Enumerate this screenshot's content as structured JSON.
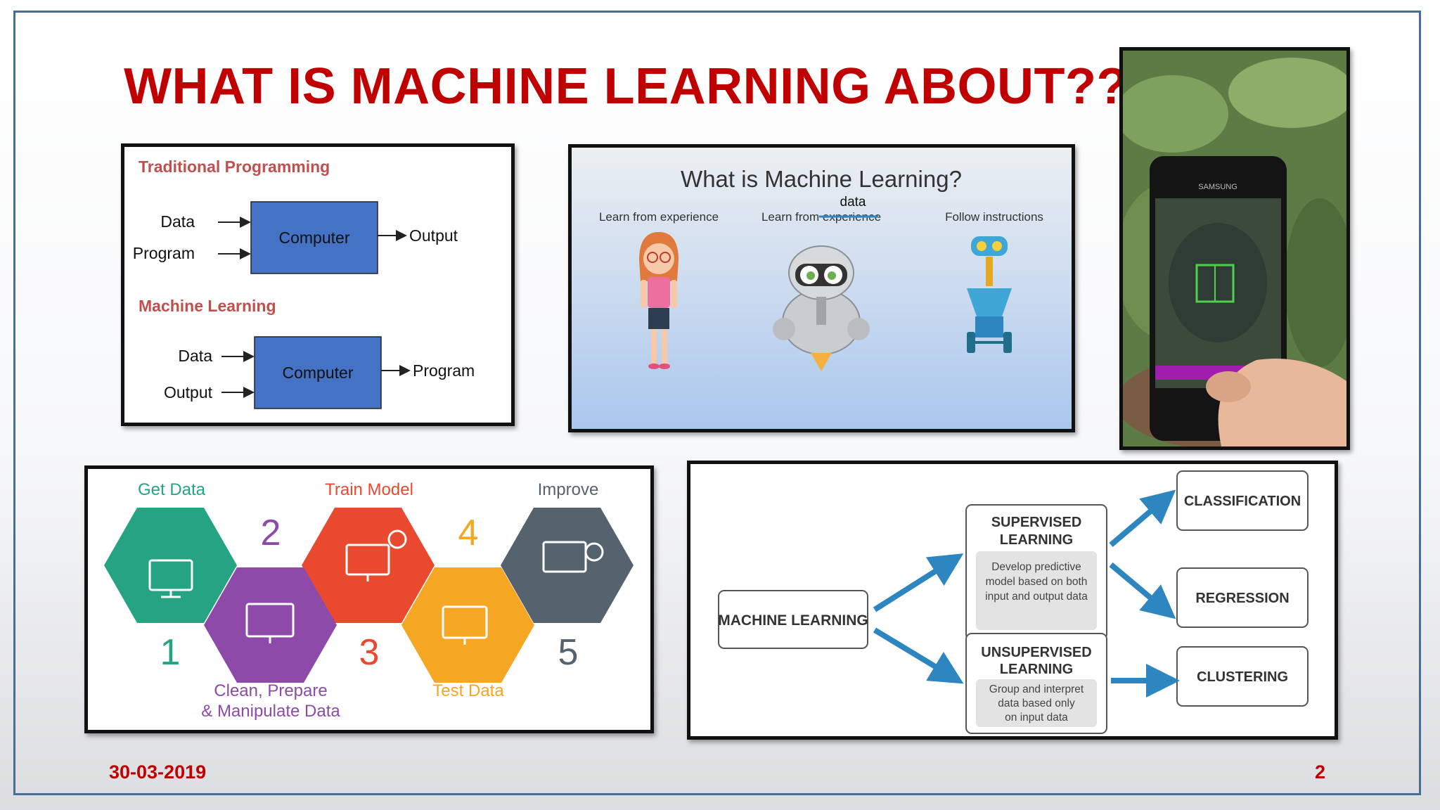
{
  "slide": {
    "title": "WHAT IS MACHINE LEARNING ABOUT??",
    "date": "30-03-2019",
    "page_number": "2"
  },
  "programming_diagram": {
    "traditional_heading": "Traditional Programming",
    "traditional_inputs": [
      "Data",
      "Program"
    ],
    "traditional_box": "Computer",
    "traditional_output": "Output",
    "ml_heading": "Machine Learning",
    "ml_inputs": [
      "Data",
      "Output"
    ],
    "ml_box": "Computer",
    "ml_output": "Program"
  },
  "ml_video_slide": {
    "title": "What is Machine Learning?",
    "columns": [
      "Learn from experience",
      "Learn from experience",
      "Follow instructions"
    ],
    "annotation": "data"
  },
  "workflow": {
    "steps": [
      {
        "number": "1",
        "label": "Get Data"
      },
      {
        "number": "2",
        "label": "Clean, Prepare & Manipulate Data"
      },
      {
        "number": "3",
        "label": "Train Model"
      },
      {
        "number": "4",
        "label": "Test Data"
      },
      {
        "number": "5",
        "label": "Improve"
      }
    ],
    "step2_label_lines": [
      "Clean, Prepare",
      "& Manipulate Data"
    ]
  },
  "taxonomy": {
    "root": "MACHINE LEARNING",
    "supervised_title": [
      "SUPERVISED",
      "LEARNING"
    ],
    "supervised_desc": [
      "Develop predictive",
      "model based on both",
      "input and output data"
    ],
    "unsupervised_title": [
      "UNSUPERVISED",
      "LEARNING"
    ],
    "unsupervised_desc": [
      "Group and interpret",
      "data based only",
      "on input data"
    ],
    "leaves": [
      "CLASSIFICATION",
      "REGRESSION",
      "CLUSTERING"
    ]
  },
  "colors": {
    "title_red": "#c00000",
    "border_blue": "#4a6d93",
    "box_blue": "#4472c4",
    "heading_red": "#c0504d",
    "arrow_blue": "#2e86c1",
    "hex_green": "#26a383",
    "hex_purple": "#8d4aa8",
    "hex_red": "#e8492f",
    "hex_orange": "#f5a623",
    "hex_gray": "#55636f"
  },
  "photo": {
    "phone_brand": "SAMSUNG"
  }
}
